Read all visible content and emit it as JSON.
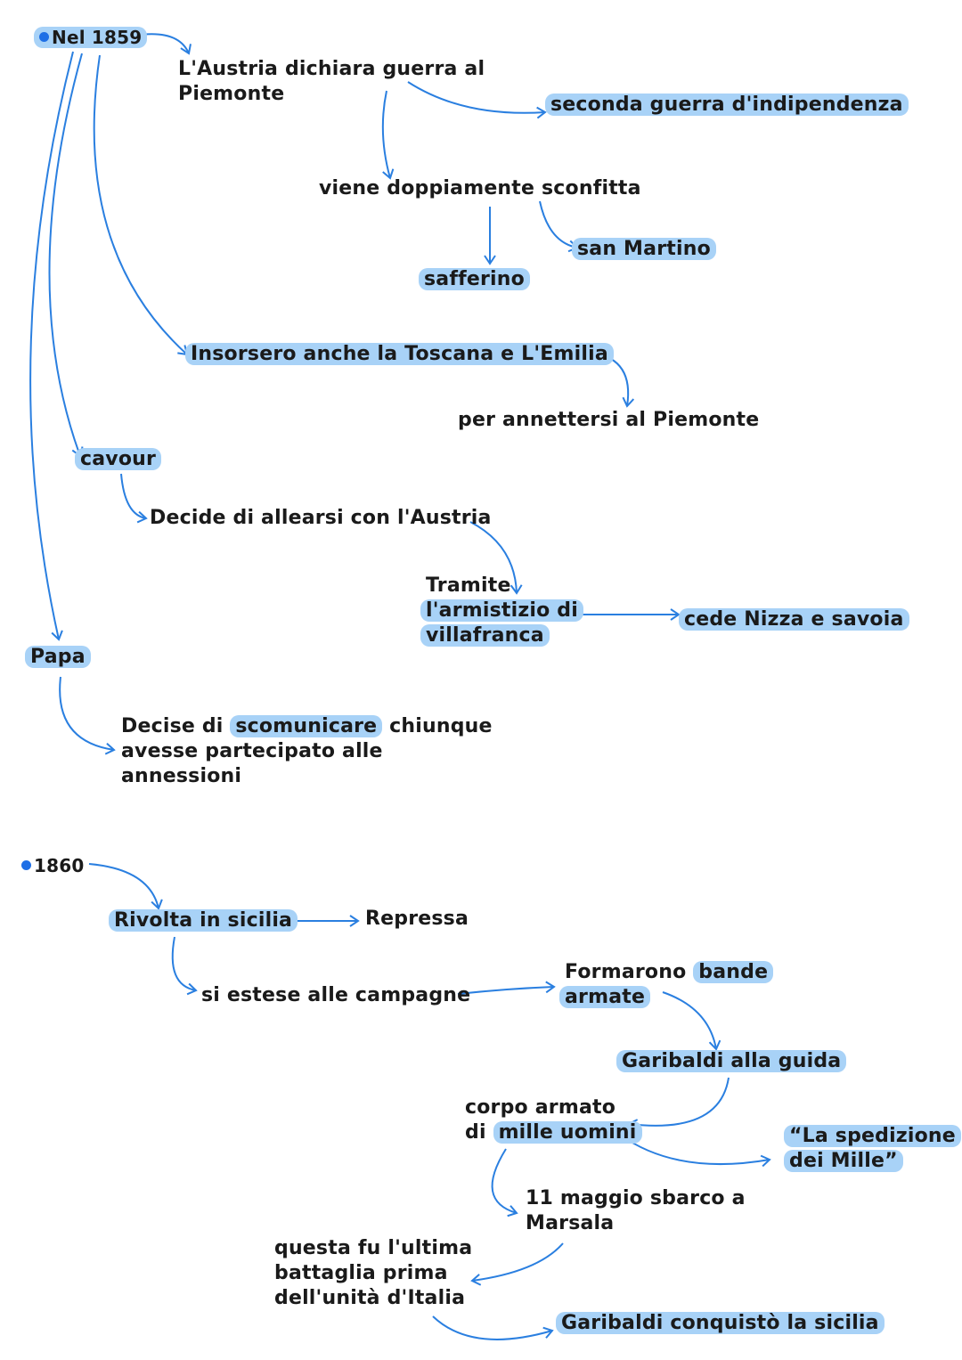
{
  "colors": {
    "arrow": "#2a7fe0",
    "highlight": "#a8d2f7",
    "bullet": "#1e6fe6",
    "text": "#1a1a1a"
  },
  "section1859": {
    "year": "Nel 1859",
    "austria_declares": [
      "L'Austria dichiara guerra al",
      "Piemonte"
    ],
    "second_war": "seconda guerra d'indipendenza",
    "defeated": "viene doppiamente sconfitta",
    "san_martino": "san Martino",
    "solferino": "safferino",
    "insorsero": "Insorsero anche la Toscana e L'Emilia",
    "annettersi": "per annettersi al Piemonte",
    "cavour": "cavour",
    "allearsi": "Decide di allearsi con l'Austria",
    "tramite": "Tramite",
    "armistizio_1": "l'armistizio di",
    "armistizio_2": "villafranca",
    "cede": "cede Nizza e savoia",
    "papa": "Papa",
    "decise_prefix": "Decise di ",
    "scomunicare": "scomunicare",
    "decise_suffix": " chiunque",
    "decise_line2": "avesse partecipato alle",
    "decise_line3": "annessioni"
  },
  "section1860": {
    "year": "1860",
    "rivolta": "Rivolta in sicilia",
    "repressa": "Repressa",
    "estese": "si estese alle campagne",
    "formarono_prefix": "Formarono ",
    "bande": "bande",
    "armate": "armate",
    "garibaldi_guida": "Garibaldi alla guida",
    "corpo_line1": "corpo armato",
    "corpo_prefix": "di ",
    "mille_uomini": "mille uomini",
    "spedizione_1": "“La spedizione",
    "spedizione_2": "dei Mille”",
    "sbarco_1": "11 maggio sbarco a",
    "sbarco_2": "Marsala",
    "ultima_1": "questa fu l'ultima",
    "ultima_2": "battaglia prima",
    "ultima_3": "dell'unità d'Italia",
    "conquisto": "Garibaldi conquistò la sicilia"
  }
}
